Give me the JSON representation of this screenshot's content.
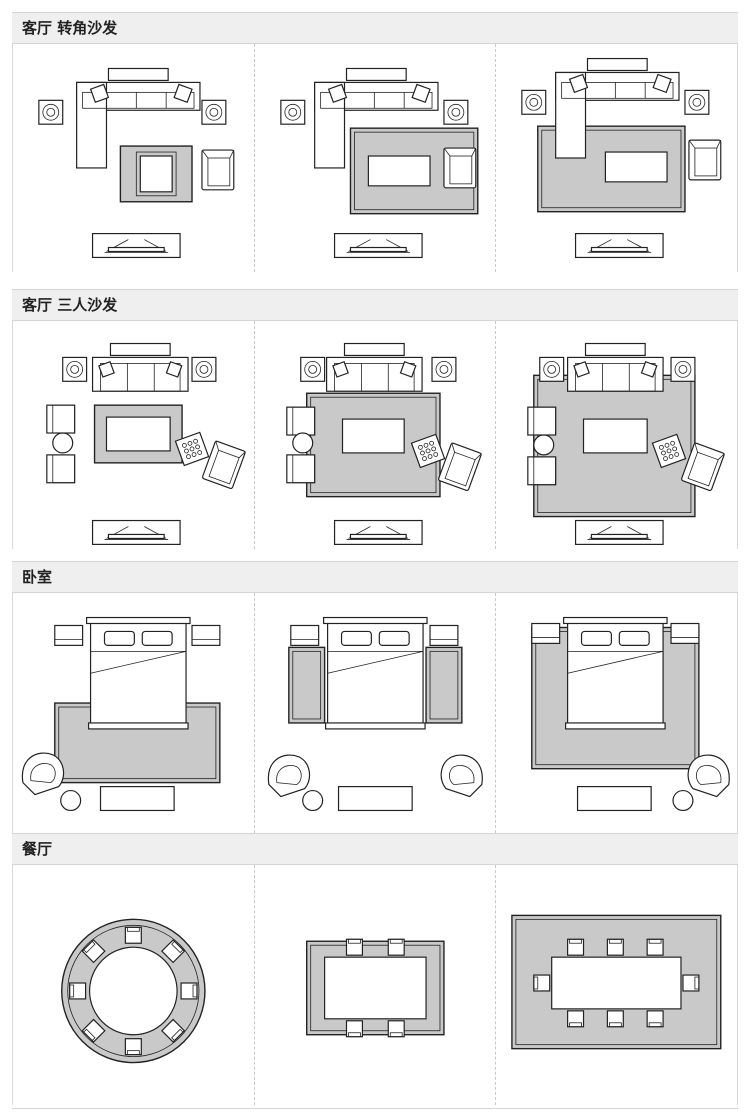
{
  "sections": [
    {
      "title": "客厅  转角沙发"
    },
    {
      "title": "客厅  三人沙发"
    },
    {
      "title": "卧室"
    },
    {
      "title": "餐厅"
    }
  ]
}
